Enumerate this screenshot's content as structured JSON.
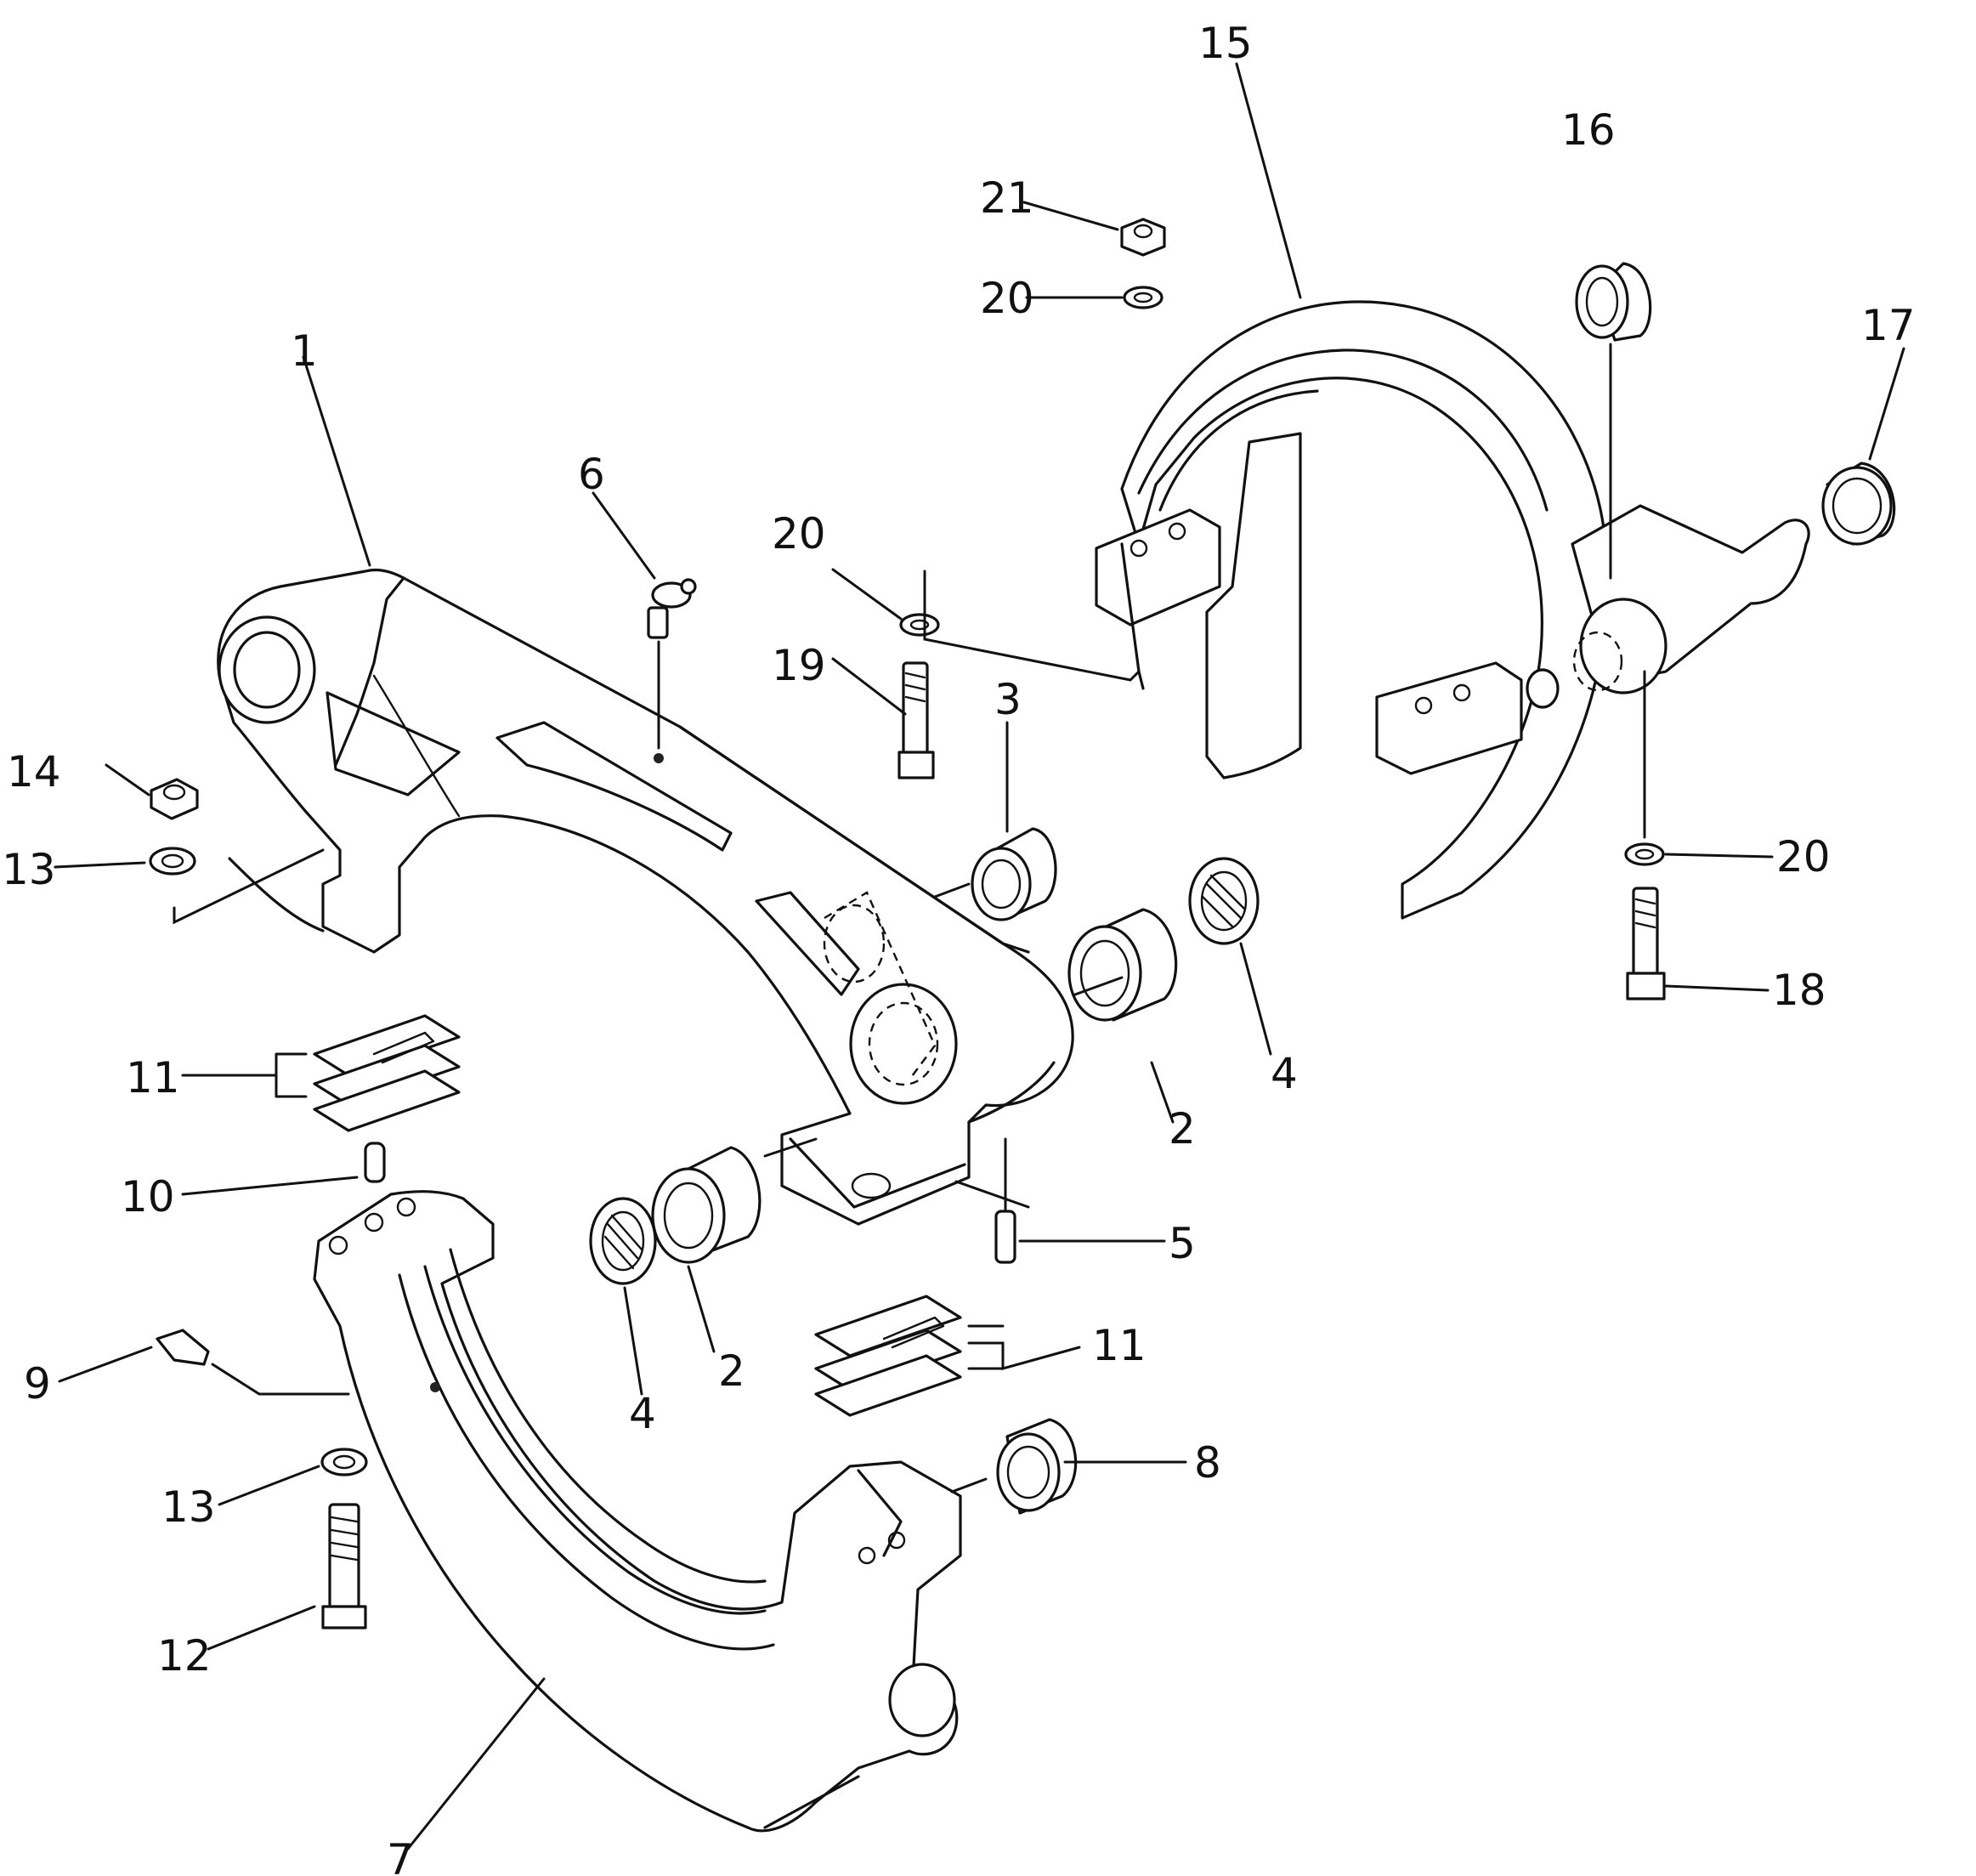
{
  "callouts": {
    "c1": "1",
    "c2a": "2",
    "c2b": "2",
    "c3": "3",
    "c4a": "4",
    "c4b": "4",
    "c5": "5",
    "c6": "6",
    "c7": "7",
    "c8": "8",
    "c9": "9",
    "c10": "10",
    "c11a": "11",
    "c11b": "11",
    "c12": "12",
    "c13a": "13",
    "c13b": "13",
    "c14": "14",
    "c15": "15",
    "c16": "16",
    "c17": "17",
    "c18": "18",
    "c19": "19",
    "c20a": "20",
    "c20b": "20",
    "c20c": "20",
    "c21": "21"
  }
}
